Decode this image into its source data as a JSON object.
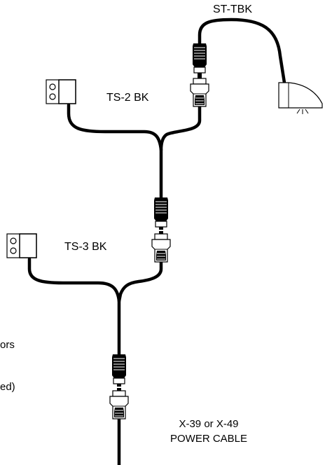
{
  "labels": {
    "st_tbk": "ST-TBK",
    "ts2_bk": "TS-2 BK",
    "ts3_bk": "TS-3 BK",
    "cable_line1": "X-39 or X-49",
    "cable_line2": "POWER CABLE",
    "partial_line1": "ors",
    "partial_line2": "ed)"
  },
  "icons": {
    "sensor_box": "square-box-with-two-holes-icon",
    "light_head": "stop-light-head-icon",
    "connector": "plug-connector-icon"
  }
}
